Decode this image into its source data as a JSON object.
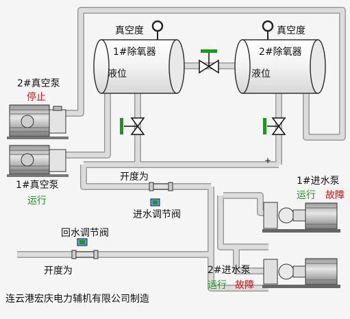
{
  "deaerator1": {
    "name": "1#除氧器",
    "level_label": "液位",
    "vacuum_label": "真空度"
  },
  "deaerator2": {
    "name": "2#除氧器",
    "level_label": "液位",
    "vacuum_label": "真空度"
  },
  "vacuum_pump2": {
    "name": "2#真空泵",
    "status": "停止"
  },
  "vacuum_pump1": {
    "name": "1#真空泵",
    "status": "运行"
  },
  "feed_valve": {
    "opening_label": "开度为",
    "name": "进水调节阀"
  },
  "return_valve": {
    "name": "回水调节阀",
    "opening_label": "开度为"
  },
  "feed_pump1": {
    "name": "1#进水泵",
    "status_run": "运行",
    "status_fault": "故障"
  },
  "feed_pump2": {
    "name": "2#进水泵",
    "status_run": "运行",
    "status_fault": "故障"
  },
  "footer": {
    "manufacturer": "连云港宏庆电力辅机有限公司制造"
  },
  "pipe_marker": "+",
  "colors": {
    "run": "#1a9a1a",
    "fault": "#e01010",
    "pipe": "#c9c9c9",
    "valve_indicator": "#1a9a1a",
    "valve_body": "#111111"
  }
}
